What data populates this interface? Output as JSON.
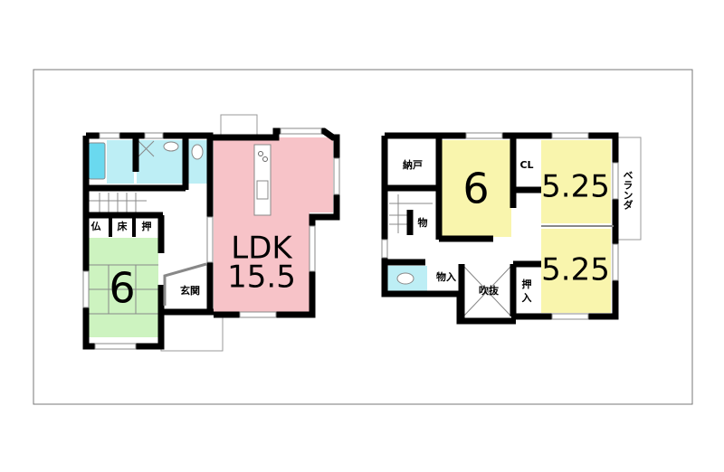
{
  "colors": {
    "ldk": "#f7c3c8",
    "japanese": "#cdf3c0",
    "bedroom": "#f9f5ad",
    "wet": "#bdeef5",
    "bathtub": "#6ad9ef",
    "frame": "#777777"
  },
  "floor1": {
    "ldk_label": "LDK",
    "ldk_size": "15.5",
    "japanese_size": "6",
    "butsuma": "仏",
    "tokonoma": "床",
    "oshiire": "押",
    "entrance": "玄関"
  },
  "floor2": {
    "storage": "納戸",
    "bedroom1_size": "6",
    "closet": "CL",
    "bedroom2_size": "5.25",
    "bedroom3_size": "5.25",
    "veranda": "ベランダ",
    "mono": "物",
    "monoire": "物入",
    "fukinuke": "吹抜",
    "oshiire_top": "押",
    "oshiire_bottom": "入"
  }
}
